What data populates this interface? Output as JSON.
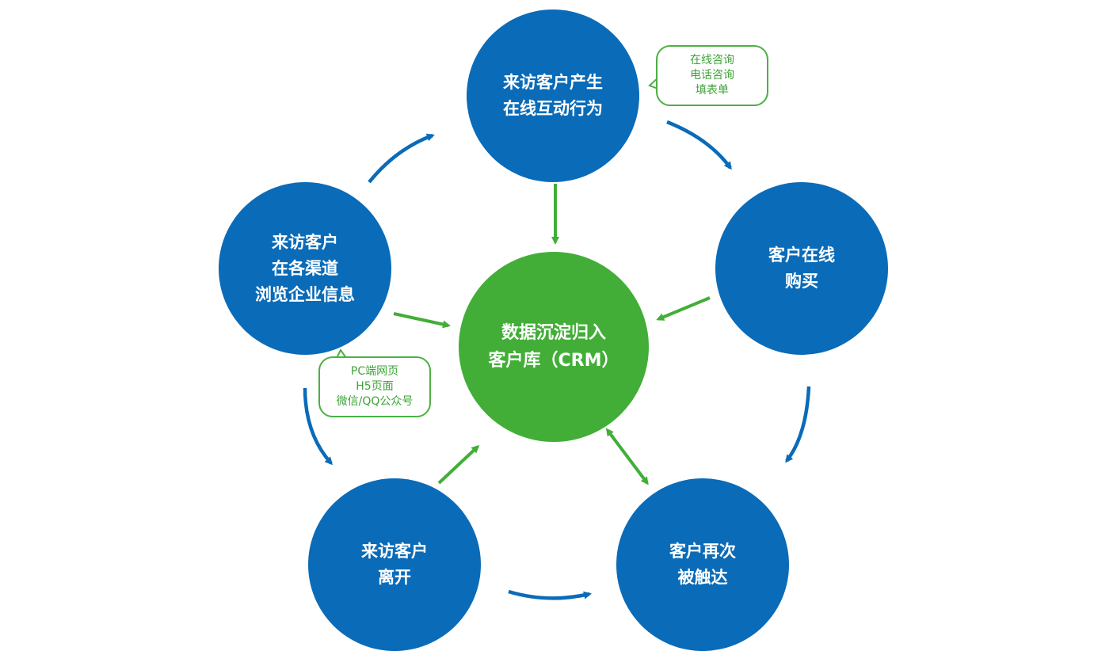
{
  "colors": {
    "blue": "#0a6bb8",
    "green": "#42ae38",
    "callout_border": "#4bb043",
    "callout_text": "#3ca336",
    "circle_text": "#ffffff"
  },
  "center": {
    "line1": "数据沉淀归入",
    "line2": "客户库（CRM）"
  },
  "nodes": {
    "interact": {
      "line1": "来访客户产生",
      "line2": "在线互动行为"
    },
    "buy": {
      "line1": "客户在线",
      "line2": "购买"
    },
    "retouch": {
      "line1": "客户再次",
      "line2": "被触达"
    },
    "leave": {
      "line1": "来访客户",
      "line2": "离开"
    },
    "browse": {
      "line1": "来访客户",
      "line2": "在各渠道",
      "line3": "浏览企业信息"
    }
  },
  "callouts": {
    "interact_channels": {
      "line1": "在线咨询",
      "line2": "电话咨询",
      "line3": "填表单"
    },
    "browse_channels": {
      "line1": "PC端网页",
      "line2": "H5页面",
      "line3": "微信/QQ公众号"
    }
  }
}
